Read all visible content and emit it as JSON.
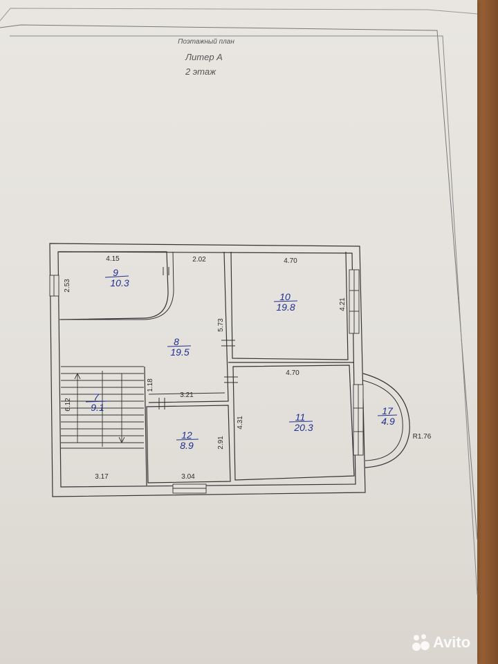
{
  "header": {
    "line1": "Поэтажный план",
    "line2": "Литер А",
    "line3": "2 этаж"
  },
  "rooms": [
    {
      "id": "9",
      "num": "9",
      "area": "10.3"
    },
    {
      "id": "8",
      "num": "8",
      "area": "19.5"
    },
    {
      "id": "10",
      "num": "10",
      "area": "19.8"
    },
    {
      "id": "7",
      "num": "7",
      "area": "9.1"
    },
    {
      "id": "12",
      "num": "12",
      "area": "8.9"
    },
    {
      "id": "11",
      "num": "11",
      "area": "20.3"
    },
    {
      "id": "17",
      "num": "17",
      "area": "4.9"
    }
  ],
  "dimensions": {
    "r9_width": "4.15",
    "r9_height": "2.53",
    "hall_width": "2.02",
    "hall_height": "5.73",
    "r10_width": "4.70",
    "r10_height": "4.21",
    "r11_width": "4.70",
    "r11_height": "4.31",
    "stair_height": "6.12",
    "stair_width": "3.17",
    "hall_small": "1.18",
    "hall_bottom": "3.21",
    "r12_width": "3.04",
    "r12_height": "2.91",
    "bay_radius": "R1.76"
  },
  "watermark": {
    "text": "Avito"
  }
}
